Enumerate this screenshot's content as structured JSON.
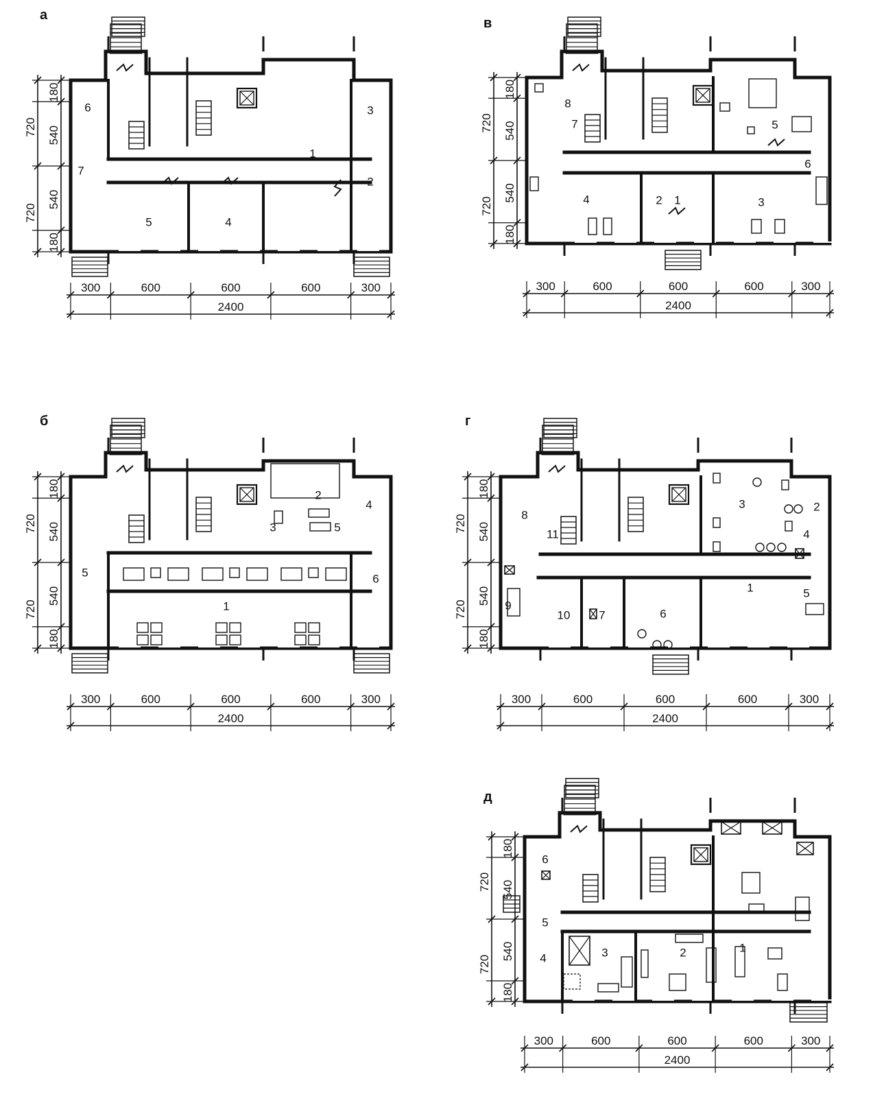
{
  "plans": [
    {
      "id": "a",
      "letter": "а",
      "rooms": [
        "1",
        "2",
        "3",
        "4",
        "5",
        "6",
        "7"
      ],
      "horizontal_dimensions": [
        "300",
        "600",
        "600",
        "600",
        "300"
      ],
      "total_width": "2400",
      "vertical_dimensions": {
        "outer": [
          "720",
          "720"
        ],
        "inner": [
          "180",
          "540",
          "540",
          "180"
        ]
      }
    },
    {
      "id": "b",
      "letter": "б",
      "rooms": [
        "1",
        "2",
        "3",
        "4",
        "5",
        "5",
        "6"
      ],
      "horizontal_dimensions": [
        "300",
        "600",
        "600",
        "600",
        "300"
      ],
      "total_width": "2400",
      "vertical_dimensions": {
        "outer": [
          "720",
          "720"
        ],
        "inner": [
          "180",
          "540",
          "540",
          "180"
        ]
      }
    },
    {
      "id": "v",
      "letter": "в",
      "rooms": [
        "1",
        "2",
        "3",
        "4",
        "5",
        "6",
        "7",
        "8"
      ],
      "horizontal_dimensions": [
        "300",
        "600",
        "600",
        "600",
        "300"
      ],
      "total_width": "2400",
      "vertical_dimensions": {
        "outer": [
          "720",
          "720"
        ],
        "inner": [
          "180",
          "540",
          "540",
          "180"
        ]
      }
    },
    {
      "id": "g",
      "letter": "г",
      "rooms": [
        "1",
        "2",
        "3",
        "4",
        "5",
        "6",
        "7",
        "8",
        "9",
        "10",
        "11"
      ],
      "horizontal_dimensions": [
        "300",
        "600",
        "600",
        "600",
        "300"
      ],
      "total_width": "2400",
      "vertical_dimensions": {
        "outer": [
          "720",
          "720"
        ],
        "inner": [
          "180",
          "540",
          "540",
          "180"
        ]
      }
    },
    {
      "id": "d",
      "letter": "д",
      "rooms": [
        "1",
        "2",
        "3",
        "4",
        "5",
        "6"
      ],
      "horizontal_dimensions": [
        "300",
        "600",
        "600",
        "600",
        "300"
      ],
      "total_width": "2400",
      "vertical_dimensions": {
        "outer": [
          "720",
          "720"
        ],
        "inner": [
          "180",
          "540",
          "540",
          "180"
        ]
      }
    }
  ]
}
